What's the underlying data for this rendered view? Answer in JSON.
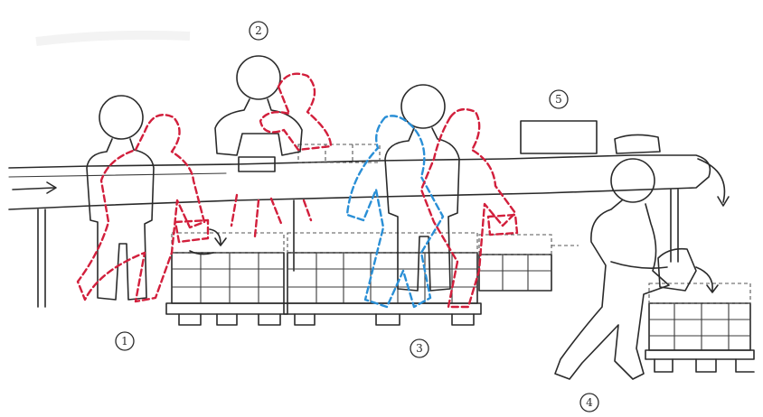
{
  "colors": {
    "ink": "#2a2a2a",
    "motion_red": "#d21f3c",
    "motion_blue": "#2a8fd6",
    "background": "#ffffff"
  },
  "labels": {
    "station_1": "1",
    "station_2": "2",
    "station_3": "3",
    "station_4": "4",
    "station_5": "5"
  }
}
